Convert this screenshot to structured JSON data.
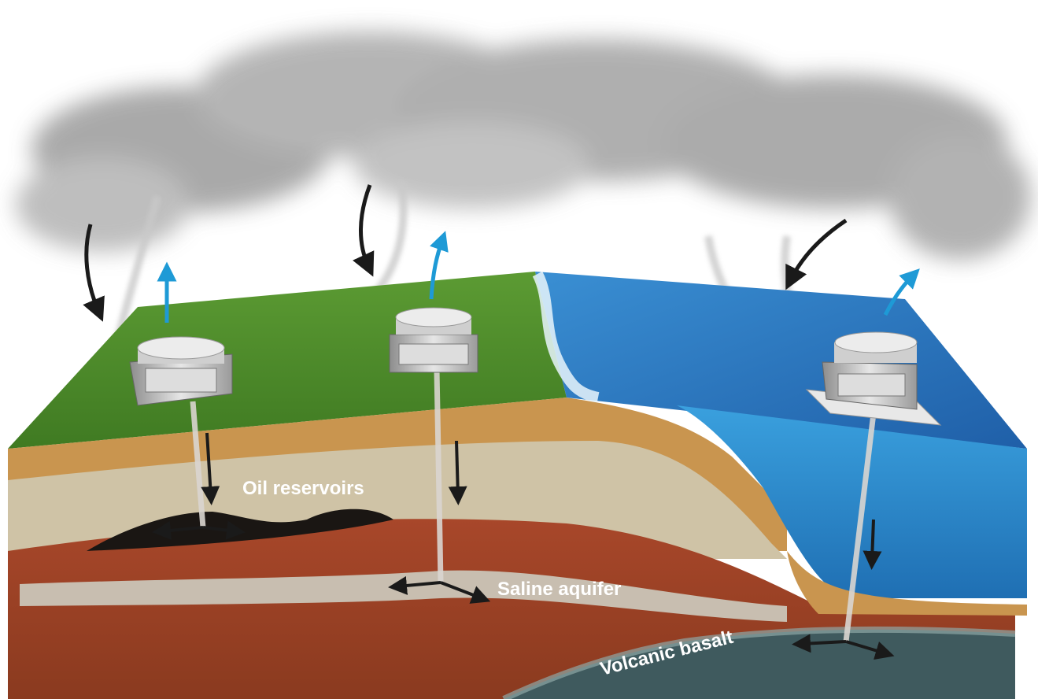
{
  "labels": {
    "oil_reservoirs": "Oil reservoirs",
    "saline_aquifer": "Saline aquifer",
    "volcanic_basalt": "Volcanic basalt"
  },
  "colors": {
    "grass": "#4f8a2c",
    "ocean": "#2f7fc4",
    "sand_layer": "#c9954f",
    "beige_layer": "#cfc3a6",
    "red_rock": "#9a3f22",
    "gravel": "#c8beb0",
    "basalt": "#3f5a5e",
    "co2_arrow": "#1a1a1a",
    "clean_air_arrow": "#1e9ad6",
    "cloud": "#a9a9a9"
  },
  "icons": [
    "co2-capture-unit-icon",
    "injection-pipe-icon",
    "down-arrow-icon",
    "up-arrow-icon",
    "spread-arrow-icon"
  ]
}
